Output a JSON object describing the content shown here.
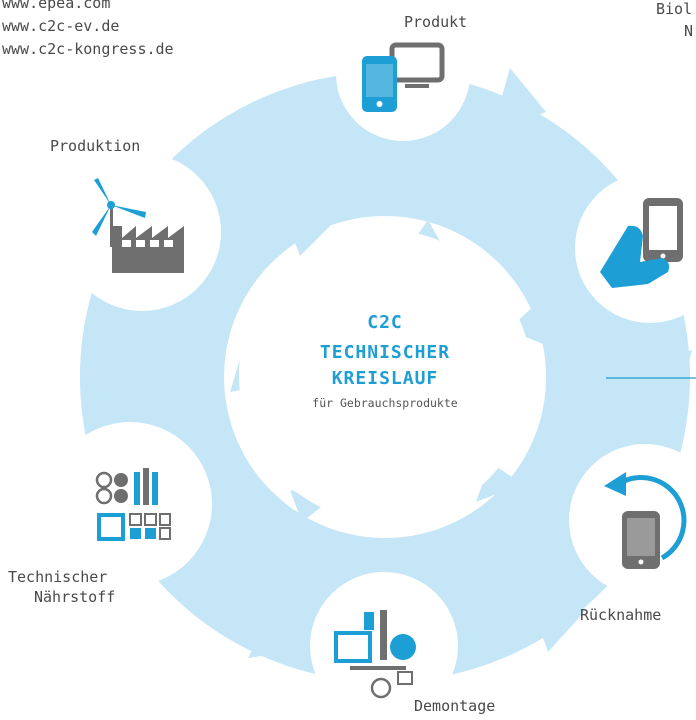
{
  "links": [
    "www.epea.com",
    "www.c2c-ev.de",
    "www.c2c-kongress.de"
  ],
  "top_right_fragments": [
    "Biol",
    "N"
  ],
  "center": {
    "line1": "C2C",
    "line2": "TECHNISCHER",
    "line3": "KREISLAUF",
    "subtitle": "für Gebrauchsprodukte"
  },
  "stages": {
    "produkt": "Produkt",
    "produktion": "Produktion",
    "technischer_line1": "Technischer",
    "technischer_line2": "Nährstoff",
    "demontage": "Demontage",
    "ruecknahme": "Rücknahme"
  },
  "icons": [
    "devices-icon",
    "hand-phone-icon",
    "return-phone-icon",
    "disassembly-icon",
    "materials-icon",
    "factory-windturbine-icon"
  ],
  "colors": {
    "cycle": "#c5e6f7",
    "accent_blue": "#1d9fd6",
    "icon_gray": "#6f6f6f",
    "text": "#4a4a4a"
  }
}
